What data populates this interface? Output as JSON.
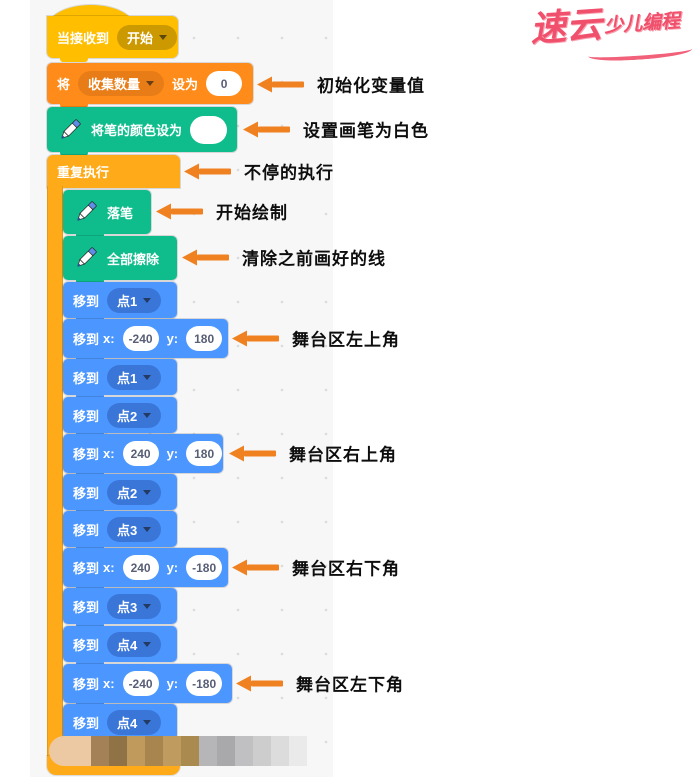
{
  "watermark": {
    "brand_large": "速云",
    "brand_small": "少儿编程"
  },
  "colors": {
    "events_block": "#FFBF00",
    "variables_block": "#FF8C1A",
    "pen_block": "#0FBD8C",
    "control_block": "#FFAB19",
    "motion_block": "#4C97FF",
    "annotation_arrow": "#F08121",
    "watermark": "#F0506B",
    "pen_color_value": "#FFFFFF"
  },
  "script": {
    "hat": {
      "label": "当接收到",
      "menu": "开始"
    },
    "set_variable": {
      "word_set": "将",
      "variable": "收集数量",
      "word_to": "设为",
      "value": "0"
    },
    "pen_set_color": {
      "label": "将笔的颜色设为"
    },
    "forever": {
      "label": "重复执行"
    },
    "pen_down": {
      "label": "落笔"
    },
    "erase_all": {
      "label": "全部擦除"
    },
    "moves": [
      {
        "kind": "menu",
        "label": "移到",
        "target": "点1"
      },
      {
        "kind": "xy",
        "label": "移到",
        "x_label": "x:",
        "x_value": "-240",
        "y_label": "y:",
        "y_value": "180"
      },
      {
        "kind": "menu",
        "label": "移到",
        "target": "点1"
      },
      {
        "kind": "menu",
        "label": "移到",
        "target": "点2"
      },
      {
        "kind": "xy",
        "label": "移到",
        "x_label": "x:",
        "x_value": "240",
        "y_label": "y:",
        "y_value": "180"
      },
      {
        "kind": "menu",
        "label": "移到",
        "target": "点2"
      },
      {
        "kind": "menu",
        "label": "移到",
        "target": "点3"
      },
      {
        "kind": "xy",
        "label": "移到",
        "x_label": "x:",
        "x_value": "240",
        "y_label": "y:",
        "y_value": "-180"
      },
      {
        "kind": "menu",
        "label": "移到",
        "target": "点3"
      },
      {
        "kind": "menu",
        "label": "移到",
        "target": "点4"
      },
      {
        "kind": "xy",
        "label": "移到",
        "x_label": "x:",
        "x_value": "-240",
        "y_label": "y:",
        "y_value": "-180"
      },
      {
        "kind": "menu",
        "label": "移到",
        "target": "点4"
      }
    ]
  },
  "annotations": [
    {
      "text": "初始化变量值"
    },
    {
      "text": "设置画笔为白色"
    },
    {
      "text": "不停的执行"
    },
    {
      "text": "开始绘制"
    },
    {
      "text": "清除之前画好的线"
    },
    {
      "text": "舞台区左上角"
    },
    {
      "text": "舞台区右上角"
    },
    {
      "text": "舞台区右下角"
    },
    {
      "text": "舞台区左下角"
    }
  ]
}
